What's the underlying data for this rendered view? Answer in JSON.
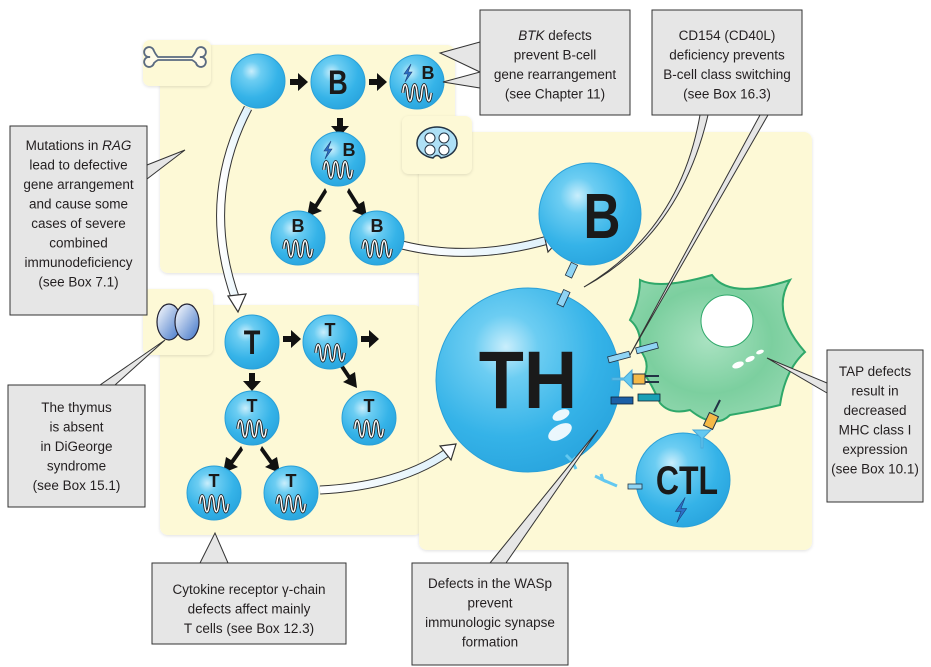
{
  "colors": {
    "panel_bg": "#fdf9d6",
    "cell_fill": "#3cb6ea",
    "cell_highlight": "#aee3f8",
    "callout_fill": "#e6e6e6",
    "callout_stroke": "#333333",
    "apc_fill": "#7ccf9f",
    "apc_stroke": "#2fa86a",
    "arrow_black": "#111111",
    "lightning": "#2e6fc5"
  },
  "organs": {
    "bone_marrow_icon": "bone-icon",
    "thymus_icon": "thymus-icon",
    "lymph_node_icon": "lymph-node-icon"
  },
  "bcell_lineage": {
    "stem_cell_label": "",
    "pro_b_label": "B",
    "pre_b_label": "B",
    "rearranging_b_label": "B",
    "mature_b_labels": [
      "B",
      "B"
    ]
  },
  "tcell_lineage": {
    "thymocyte_label": "T",
    "dp_label": "T",
    "sp_labels": [
      "T",
      "T",
      "T",
      "T"
    ]
  },
  "periphery": {
    "b_cell_label": "B",
    "th_cell_label": "TH",
    "ctl_label": "CTL"
  },
  "callouts": [
    {
      "id": "rag",
      "lines": [
        "Mutations in ",
        "lead to defective",
        "gene arrangement",
        "and cause some",
        "cases of severe",
        "combined",
        "immunodeficiency",
        "(see Box 7.1)"
      ],
      "italic_term": "RAG"
    },
    {
      "id": "btk",
      "lines": [
        " defects",
        "prevent B-cell",
        "gene rearrangement",
        "(see Chapter 11)"
      ],
      "italic_term": "BTK"
    },
    {
      "id": "cd154",
      "lines": [
        "CD154 (CD40L)",
        "deficiency prevents",
        "B-cell class switching",
        "(see Box 16.3)"
      ]
    },
    {
      "id": "thymus",
      "lines": [
        "The thymus",
        "is absent",
        "in DiGeorge",
        "syndrome",
        "(see Box 15.1)"
      ]
    },
    {
      "id": "tap",
      "lines": [
        "TAP defects",
        "result in",
        "decreased",
        "MHC class I",
        "expression",
        "(see Box 10.1)"
      ]
    },
    {
      "id": "gamma",
      "lines": [
        "Cytokine receptor γ-chain",
        "defects affect mainly",
        "T cells (see Box 12.3)"
      ]
    },
    {
      "id": "wasp",
      "lines": [
        "Defects in the WASp",
        "prevent",
        "immunologic synapse",
        "formation"
      ]
    }
  ]
}
